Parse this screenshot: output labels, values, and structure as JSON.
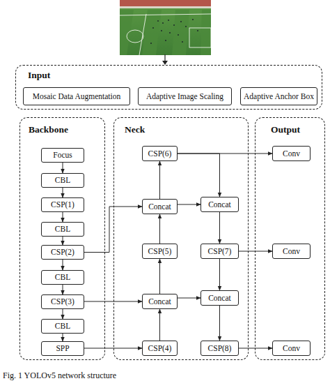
{
  "diagram": {
    "caption": "Fig. 1 YOLOv5 network structure",
    "nodes": [
      {
        "text": [
          "Input"
        ]
      },
      {
        "text": [
          "Mosaic Data Augmentation"
        ],
        "in": 0
      },
      {
        "text": [
          "Adaptive Image Scaling"
        ],
        "in": 0
      },
      {
        "text": [
          "Adaptive Anchor Box"
        ],
        "in": 0
      },
      {
        "text": [
          "Backbone"
        ]
      },
      {
        "text": [
          "Focus"
        ],
        "in": 4
      },
      {
        "text": [
          "CBL"
        ],
        "in": 4
      },
      {
        "text": [
          "CSP(1)"
        ],
        "in": 4
      },
      {
        "text": [
          "CBL"
        ],
        "in": 4
      },
      {
        "text": [
          "CSP(2)"
        ],
        "in": 4
      },
      {
        "text": [
          "CBL"
        ],
        "in": 4
      },
      {
        "text": [
          "CSP(3)"
        ],
        "in": 4
      },
      {
        "text": [
          "CBL"
        ],
        "in": 4
      },
      {
        "text": [
          "SPP"
        ],
        "in": 4
      },
      {
        "text": [
          "Neck"
        ]
      },
      {
        "text": [
          "CSP(6)"
        ],
        "in": 14
      },
      {
        "text": [
          "Concat"
        ],
        "in": 14
      },
      {
        "text": [
          "Concat"
        ],
        "in": 14
      },
      {
        "text": [
          "CSP(5)"
        ],
        "in": 14
      },
      {
        "text": [
          "CSP(7)"
        ],
        "in": 14
      },
      {
        "text": [
          "Concat"
        ],
        "in": 14
      },
      {
        "text": [
          "Concat"
        ],
        "in": 14
      },
      {
        "text": [
          "CSP(4)"
        ],
        "in": 14
      },
      {
        "text": [
          "CSP(8)"
        ],
        "in": 14
      },
      {
        "text": [
          "Output"
        ]
      },
      {
        "text": [
          "Conv"
        ],
        "in": 24
      },
      {
        "text": [
          "Conv"
        ],
        "in": 24
      },
      {
        "text": [
          "Conv"
        ],
        "in": 24
      }
    ],
    "edges": [
      {
        "from": 5,
        "to": 6,
        "arrow": "to"
      },
      {
        "from": 6,
        "to": 7,
        "arrow": "to"
      },
      {
        "from": 7,
        "to": 8,
        "arrow": "to"
      },
      {
        "from": 8,
        "to": 9,
        "arrow": "to"
      },
      {
        "from": 9,
        "to": 10,
        "arrow": "to"
      },
      {
        "from": 10,
        "to": 11,
        "arrow": "to"
      },
      {
        "from": 11,
        "to": 12,
        "arrow": "to"
      },
      {
        "from": 12,
        "to": 13,
        "arrow": "to"
      },
      {
        "from": 9,
        "to": 16,
        "arrow": "to"
      },
      {
        "from": 11,
        "to": 20,
        "arrow": "to"
      },
      {
        "from": 13,
        "to": 22,
        "arrow": "to"
      },
      {
        "from": 22,
        "to": 20,
        "arrow": "to"
      },
      {
        "from": 20,
        "to": 18,
        "arrow": "to"
      },
      {
        "from": 18,
        "to": 16,
        "arrow": "to"
      },
      {
        "from": 16,
        "to": 15,
        "arrow": "to"
      },
      {
        "from": 15,
        "to": 25,
        "arrow": "to"
      },
      {
        "from": 15,
        "to": 17,
        "arrow": "to"
      },
      {
        "from": 16,
        "to": 17,
        "arrow": "to"
      },
      {
        "from": 17,
        "to": 19,
        "arrow": "to"
      },
      {
        "from": 19,
        "to": 26,
        "arrow": "to"
      },
      {
        "from": 19,
        "to": 21,
        "arrow": "to"
      },
      {
        "from": 20,
        "to": 21,
        "arrow": "to"
      },
      {
        "from": 21,
        "to": 23,
        "arrow": "to"
      },
      {
        "from": 23,
        "to": 27,
        "arrow": "to"
      }
    ]
  }
}
